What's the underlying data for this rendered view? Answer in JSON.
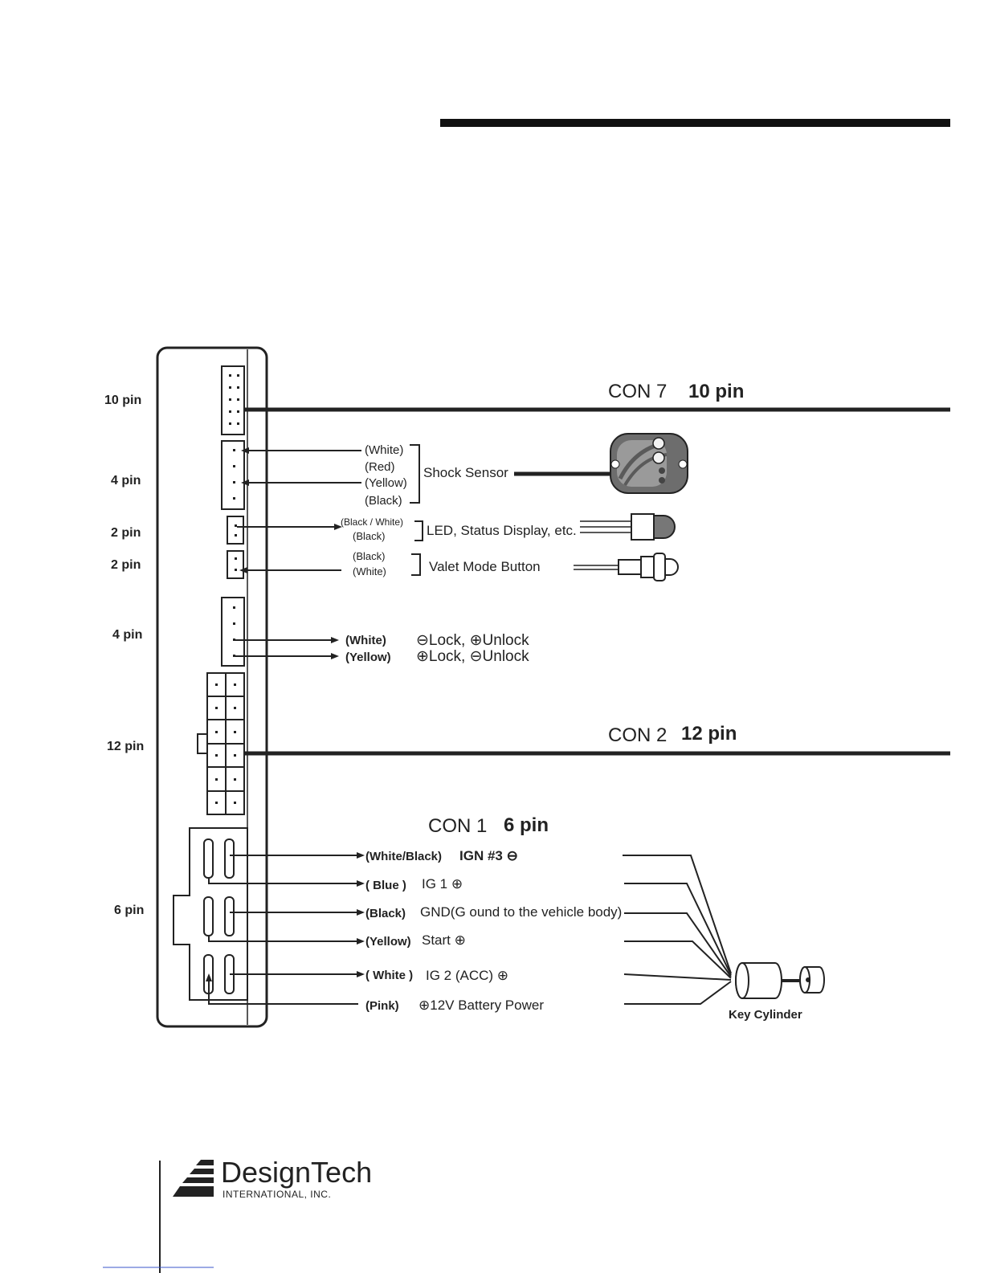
{
  "pin_labels": {
    "p10": "10 pin",
    "p4a": "4 pin",
    "p2a": "2 pin",
    "p2b": "2 pin",
    "p4b": "4 pin",
    "p12": "12 pin",
    "p6": "6 pin"
  },
  "connectors": {
    "con7": {
      "name": "CON 7",
      "pins": "10 pin"
    },
    "con2": {
      "name": "CON 2",
      "pins": "12 pin"
    },
    "con1": {
      "name": "CON 1",
      "pins": "6 pin"
    }
  },
  "shock_sensor": {
    "wires": [
      "(White)",
      "(Red)",
      "(Yellow)",
      "(Black)"
    ],
    "label": "Shock Sensor"
  },
  "led": {
    "wires": [
      "(Black / White)",
      "(Black)"
    ],
    "label": "LED, Status Display, etc."
  },
  "valet": {
    "wires": [
      "(Black)",
      "(White)"
    ],
    "label": "Valet Mode Button"
  },
  "lock": {
    "rows": [
      {
        "wire": "(White)",
        "func": "⊖Lock, ⊕Unlock"
      },
      {
        "wire": "(Yellow)",
        "func": "⊕Lock, ⊖Unlock"
      }
    ]
  },
  "con1_wires": [
    {
      "wire": "(White/Black)",
      "func": "IGN #3 ⊖"
    },
    {
      "wire": "( Blue )",
      "func": "IG  1 ⊕"
    },
    {
      "wire": "(Black)",
      "func": "GND(G ound to the vehicle body)"
    },
    {
      "wire": "(Yellow)",
      "func": "Start ⊕"
    },
    {
      "wire": "( White )",
      "func": "IG  2 (ACC) ⊕"
    },
    {
      "wire": "(Pink)",
      "func": "⊕12V  Battery Power"
    }
  ],
  "key_cylinder": {
    "label": "Key Cylinder"
  },
  "logo": {
    "name": "DesignTech",
    "sub": "INTERNATIONAL, INC."
  }
}
